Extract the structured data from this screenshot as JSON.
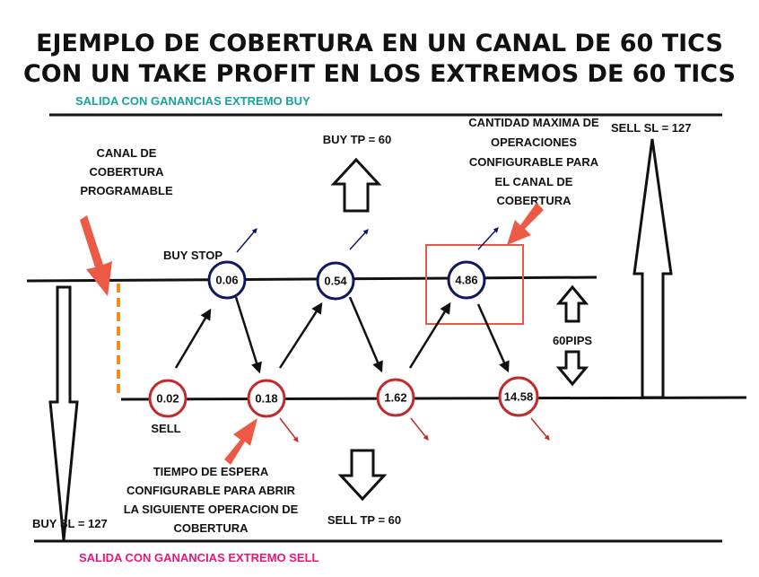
{
  "title": {
    "line1": "EJEMPLO DE COBERTURA EN UN CANAL DE 60 TICS",
    "line2": "CON UN TAKE PROFIT EN LOS EXTREMOS DE 60 TICS"
  },
  "labels": {
    "exit_buy": "SALIDA CON GANANCIAS EXTREMO BUY",
    "exit_sell": "SALIDA CON GANANCIAS EXTREMO SELL",
    "canal_1": "CANAL DE",
    "canal_2": "COBERTURA",
    "canal_3": "PROGRAMABLE",
    "buy_tp": "BUY TP = 60",
    "sell_tp": "SELL TP = 60",
    "cantidad_1": "CANTIDAD MAXIMA DE",
    "cantidad_2": "OPERACIONES",
    "cantidad_3": "CONFIGURABLE PARA",
    "cantidad_4": "EL CANAL DE",
    "cantidad_5": "COBERTURA",
    "sell_sl": "SELL SL = 127",
    "buy_sl": "BUY SL = 127",
    "buy_stop": "BUY STOP",
    "sell": "SELL",
    "pips": "60PIPS",
    "tiempo_1": "TIEMPO DE ESPERA",
    "tiempo_2": "CONFIGURABLE PARA ABRIR",
    "tiempo_3": "LA SIGUIENTE OPERACION DE",
    "tiempo_4": "COBERTURA"
  },
  "nodes": {
    "buy": [
      "0.06",
      "0.54",
      "4.86"
    ],
    "sell": [
      "0.02",
      "0.18",
      "1.62",
      "14.58"
    ]
  },
  "colors": {
    "buy_node": "#111660",
    "sell_node": "#c12a2a",
    "callout_arrow": "#ec5a45",
    "channel_dash": "#f28c1c",
    "highlight_box": "#e05a4d",
    "exit_buy_text": "#17a39a",
    "exit_sell_text": "#e6177a"
  }
}
